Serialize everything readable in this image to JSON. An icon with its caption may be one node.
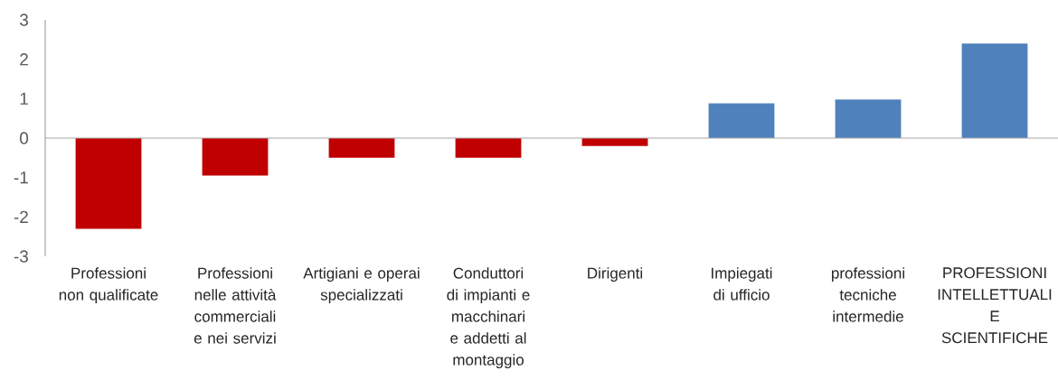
{
  "diagram": {
    "chart_data": {
      "type": "bar",
      "categories": [
        "Professioni non qualificate",
        "Professioni nelle attività commerciali e nei servizi",
        "Artigiani e operai specializzati",
        "Conduttori di impianti e macchinari e addetti al montaggio",
        "Dirigenti",
        "Impiegati di ufficio",
        "professioni tecniche intermedie",
        "PROFESSIONI INTELLETTUALI E SCIENTIFICHE"
      ],
      "series": [
        {
          "color": "#c00000",
          "values": [
            -2.3,
            -0.95,
            -0.5,
            -0.5,
            -0.2,
            null,
            null,
            null
          ]
        },
        {
          "color": "#4f81bd",
          "values": [
            null,
            null,
            null,
            null,
            null,
            0.88,
            0.98,
            2.4
          ]
        }
      ],
      "ylim": [
        -3,
        3
      ],
      "yticks": [
        -3,
        -2,
        -1,
        0,
        1,
        2,
        3
      ]
    }
  }
}
